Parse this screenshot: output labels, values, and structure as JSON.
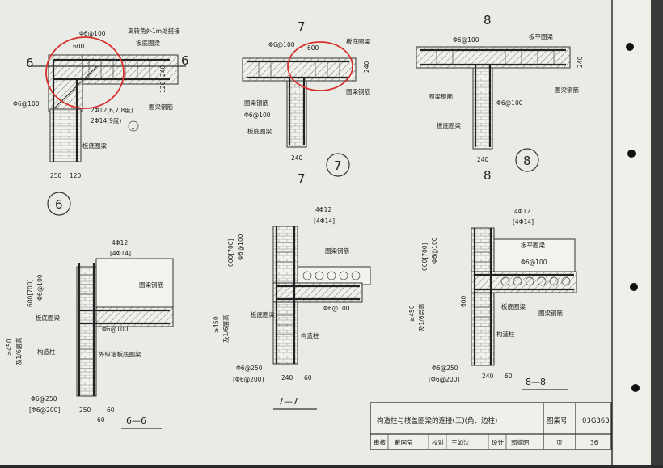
{
  "labels": {
    "phi6at100": "Φ6@100",
    "corner_lap": "离转角外1m处搭接",
    "slab_bottom_beam": "板底圈梁",
    "ring_beam_rebar": "圈梁钢筋",
    "slab_level_beam": "板平圈梁",
    "d600": "600",
    "d240": "240",
    "d120": "120",
    "d250": "250",
    "d60": "60",
    "n6": "6",
    "n7": "7",
    "n8": "8",
    "bar_2phi12": "2Φ12(6,7,8度)",
    "bar_2phi14": "2Φ14(9度)",
    "circ1": "1",
    "bar_4phi12": "4Φ12",
    "bar_4phi14": "[4Φ14]",
    "d600_700": "600[700]",
    "ge450": "≥450",
    "floor_height": "及1/6层高",
    "phi6at250": "Φ6@250",
    "phi6at200": "[Φ6@200]",
    "construct_col": "构造柱",
    "ext_wall_beam": "外纵墙板底圈梁",
    "d600v": "600"
  },
  "section_titles": {
    "s66": "6—6",
    "s77": "7—7",
    "s88": "8—8"
  },
  "title_block": {
    "drawing_title": "构造柱与楼盖圈梁的连接(三)(角、边柱)",
    "atlas_label": "图集号",
    "atlas_no": "03G363",
    "review_label": "审核",
    "review_sign": "戴国莹",
    "check_label": "校对",
    "check_sign": "王如沈",
    "design_label": "设计",
    "design_sign": "郭德昭",
    "page_label": "页",
    "page_no": "36"
  },
  "colors": {
    "paper": "#e9ece6",
    "ink": "#222222",
    "annotation_circle": "#d8302c"
  }
}
